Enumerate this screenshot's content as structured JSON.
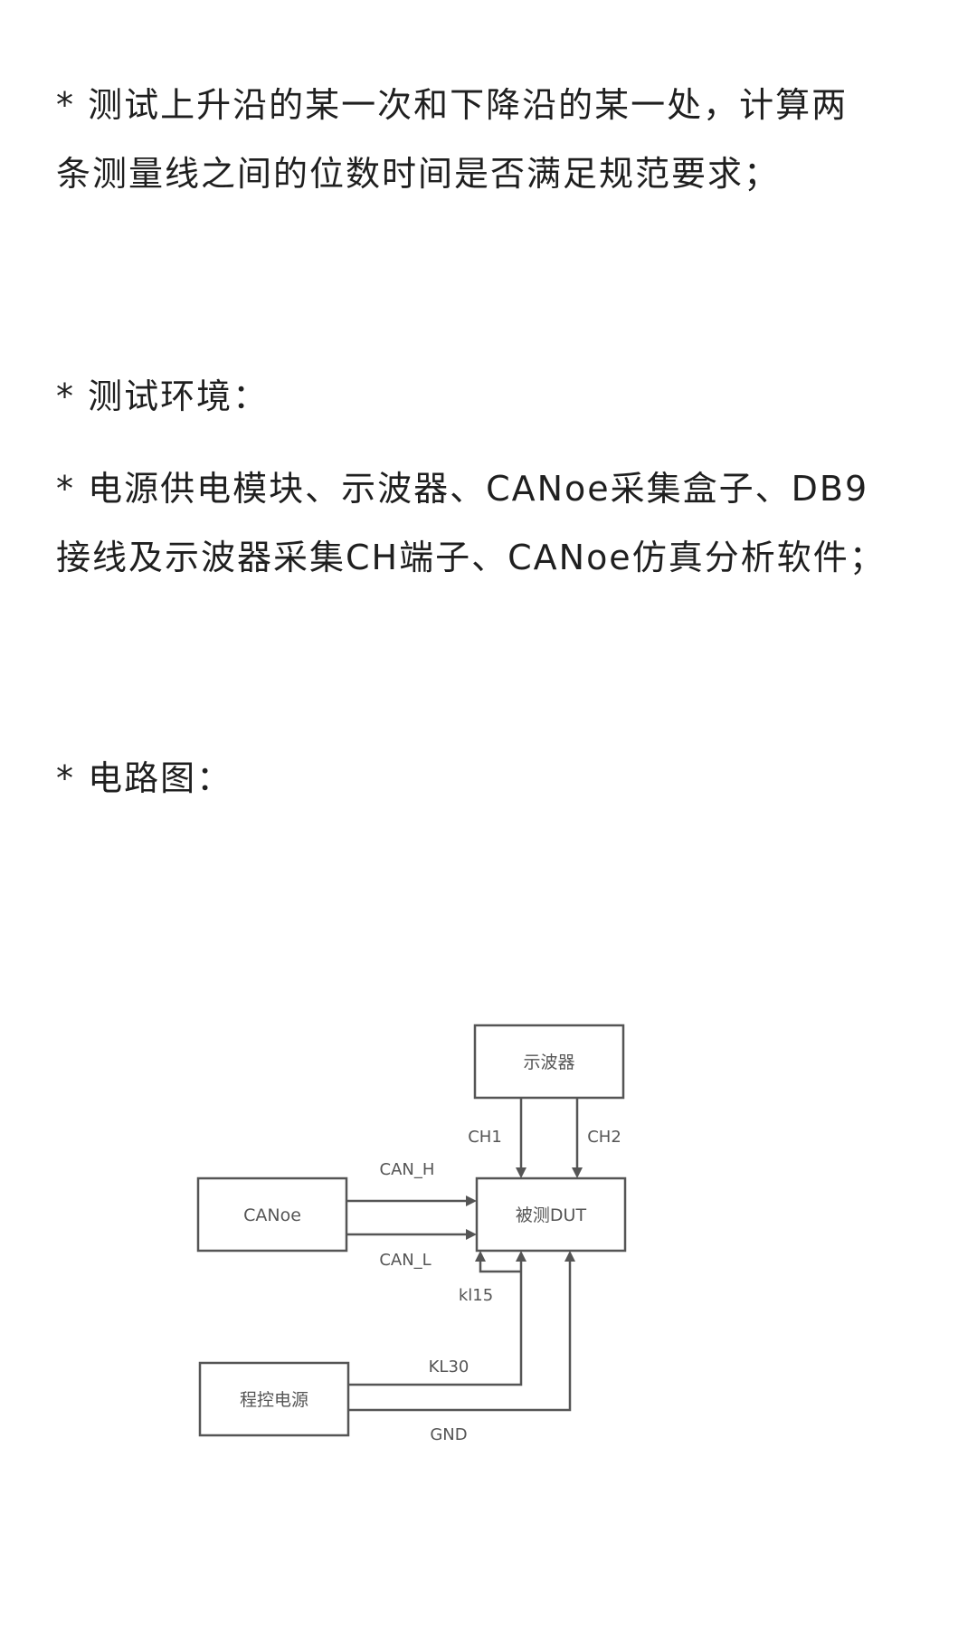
{
  "paragraphs": {
    "p1_line1": "* 测试上升沿的某一次和下降沿的某一处，计算两",
    "p1_line2": "条测量线之间的位数时间是否满足规范要求；",
    "p2_line1": "* 测试环境：",
    "p3_line1": "* 电源供电模块、示波器、CANoe采集盒子、DB9",
    "p3_line2": "接线及示波器采集CH端子、CANoe仿真分析软件；",
    "p4_line1": "* 电路图："
  },
  "diagram": {
    "blocks": {
      "oscilloscope": "示波器",
      "canoe": "CANoe",
      "dut": "被测DUT",
      "power_supply": "程控电源"
    },
    "signals": {
      "ch1": "CH1",
      "ch2": "CH2",
      "can_h": "CAN_H",
      "can_l": "CAN_L",
      "kl15": "kl15",
      "kl30": "KL30",
      "gnd": "GND"
    }
  }
}
